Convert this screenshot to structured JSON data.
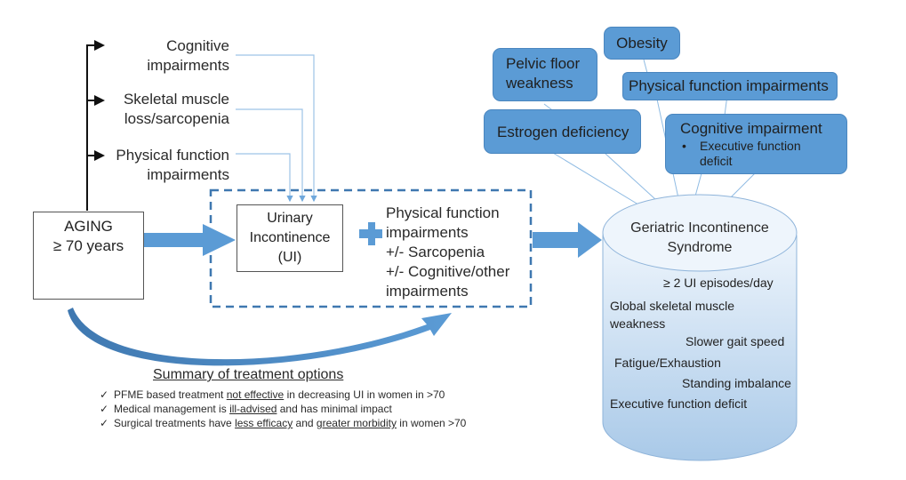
{
  "diagram": {
    "aging_box": {
      "line1": "AGING",
      "line2": "≥ 70 years"
    },
    "aging_effects": [
      {
        "line1": "Cognitive",
        "line2": "impairments"
      },
      {
        "line1": "Skeletal muscle",
        "line2": "loss/sarcopenia"
      },
      {
        "line1": "Physical function",
        "line2": "impairments"
      }
    ],
    "ui_box": {
      "line1": "Urinary",
      "line2": "Incontinence",
      "line3": "(UI)"
    },
    "plus_symbol": "plus-icon",
    "combined_factors": [
      "Physical function",
      "impairments",
      "+/- Sarcopenia",
      "+/- Cognitive/other",
      "impairments"
    ],
    "risk_factors": {
      "obesity": "Obesity",
      "pelvic_floor": {
        "line1": "Pelvic floor",
        "line2": "weakness"
      },
      "physical_function": "Physical function impairments",
      "estrogen": "Estrogen deficiency",
      "cognitive": {
        "title": "Cognitive impairment",
        "bullet": "•",
        "sub1": "Executive function",
        "sub2": "deficit"
      }
    },
    "syndrome": {
      "title1": "Geriatric Incontinence",
      "title2": "Syndrome",
      "criteria": [
        "≥ 2 UI episodes/day",
        "Global skeletal muscle",
        "weakness",
        "Slower gait speed",
        "Fatigue/Exhaustion",
        "Standing imbalance",
        "Executive function deficit"
      ]
    },
    "summary": {
      "title": "Summary of treatment options",
      "check": "✓",
      "items": [
        {
          "pre": "PFME based treatment ",
          "u1": "not effective",
          "mid": " in decreasing UI in women in >70",
          "u2": "",
          "post": ""
        },
        {
          "pre": "Medical management is ",
          "u1": "ill-advised",
          "mid": " and has minimal impact",
          "u2": "",
          "post": ""
        },
        {
          "pre": "Surgical treatments have ",
          "u1": "less efficacy",
          "mid": " and ",
          "u2": "greater morbidity",
          "post": " in women >70"
        }
      ]
    },
    "colors": {
      "accent_blue": "#5b9bd5",
      "dashed_border": "#3f78b0",
      "connector_light_blue": "#9dc3e6",
      "cylinder_fill_top": "#e8f1fa",
      "cylinder_fill_bottom": "#a9c9e8"
    }
  }
}
